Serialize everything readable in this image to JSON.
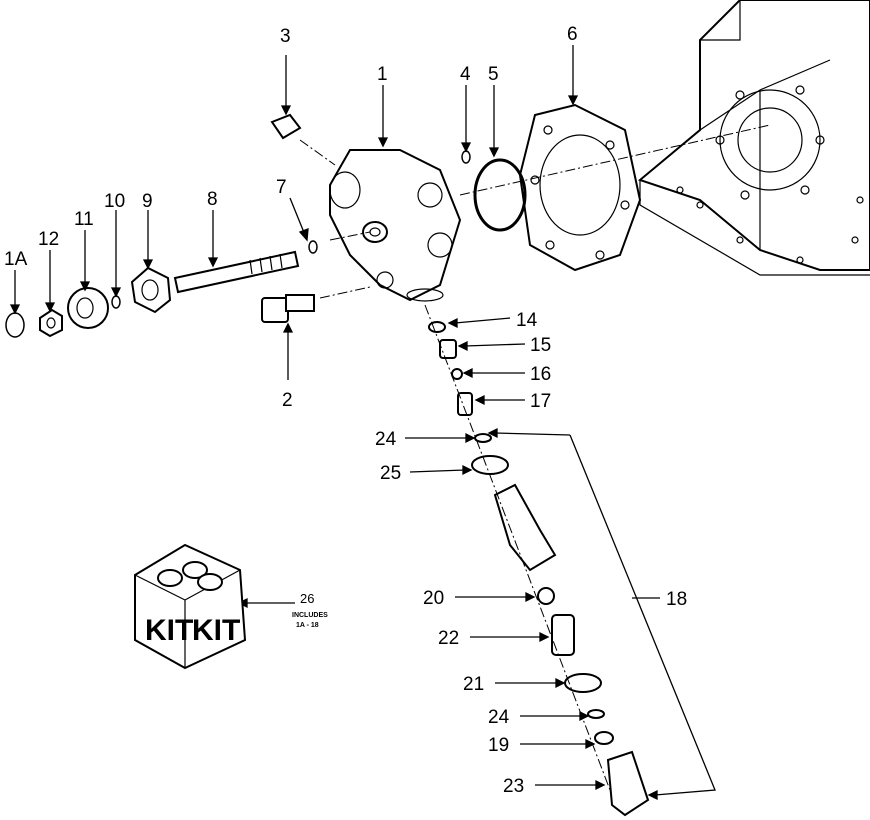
{
  "callouts": {
    "p1": "1",
    "p2": "2",
    "p3": "3",
    "p4": "4",
    "p5": "5",
    "p6": "6",
    "p7": "7",
    "p8": "8",
    "p9": "9",
    "p10": "10",
    "p11": "11",
    "p12": "12",
    "p1a": "1A",
    "p14": "14",
    "p15": "15",
    "p16": "16",
    "p17": "17",
    "p18": "18",
    "p19": "19",
    "p20": "20",
    "p21": "21",
    "p22": "22",
    "p23": "23",
    "p24a": "24",
    "p24b": "24",
    "p25": "25",
    "p26": "26"
  },
  "kit": {
    "box_text_left": "KIT",
    "box_text_right": "KIT",
    "includes_line1": "INCLUDES",
    "includes_line2": "1A - 18"
  },
  "colors": {
    "ink": "#000000",
    "paper": "#ffffff"
  }
}
